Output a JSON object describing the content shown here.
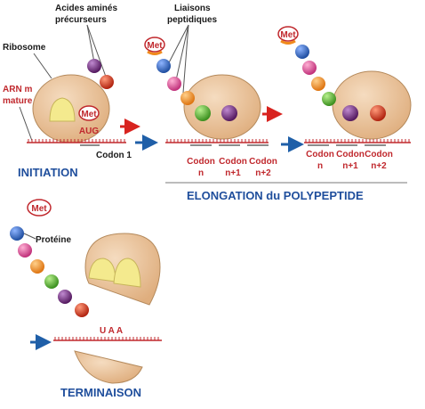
{
  "labels": {
    "acides_line1": "Acides aminés",
    "acides_line2": "précurseurs",
    "liaisons_line1": "Liaisons",
    "liaisons_line2": "peptidiques",
    "ribosome": "Ribosome",
    "arn_line1": "ARN m",
    "arn_line2": "mature",
    "aug": "AUG",
    "codon1": "Codon 1",
    "proteine": "Protéine",
    "uaa": "U A A",
    "met": "Met"
  },
  "codon_labels": {
    "word": "Codon",
    "n": "n",
    "n1": "n+1",
    "n2": "n+2"
  },
  "titles": {
    "initiation": "INITIATION",
    "elongation": "ELONGATION du POLYPEPTIDE",
    "terminaison": "TERMINAISON"
  },
  "colors": {
    "ribosome": "#e8c39a",
    "ribosome_edge": "#b58a5c",
    "site_yellow": "#f4ea8e",
    "mrna": "#c0282d",
    "arrow_blue": "#1f5fa8",
    "arrow_red": "#d8231f",
    "title_blue": "#1f4e9c",
    "bead_blue": "#2a63b8",
    "bead_pink": "#e0468f",
    "bead_orange": "#f08a1c",
    "bead_green": "#4fae2b",
    "bead_purple": "#6d2a7e",
    "bead_red": "#d8381f"
  }
}
